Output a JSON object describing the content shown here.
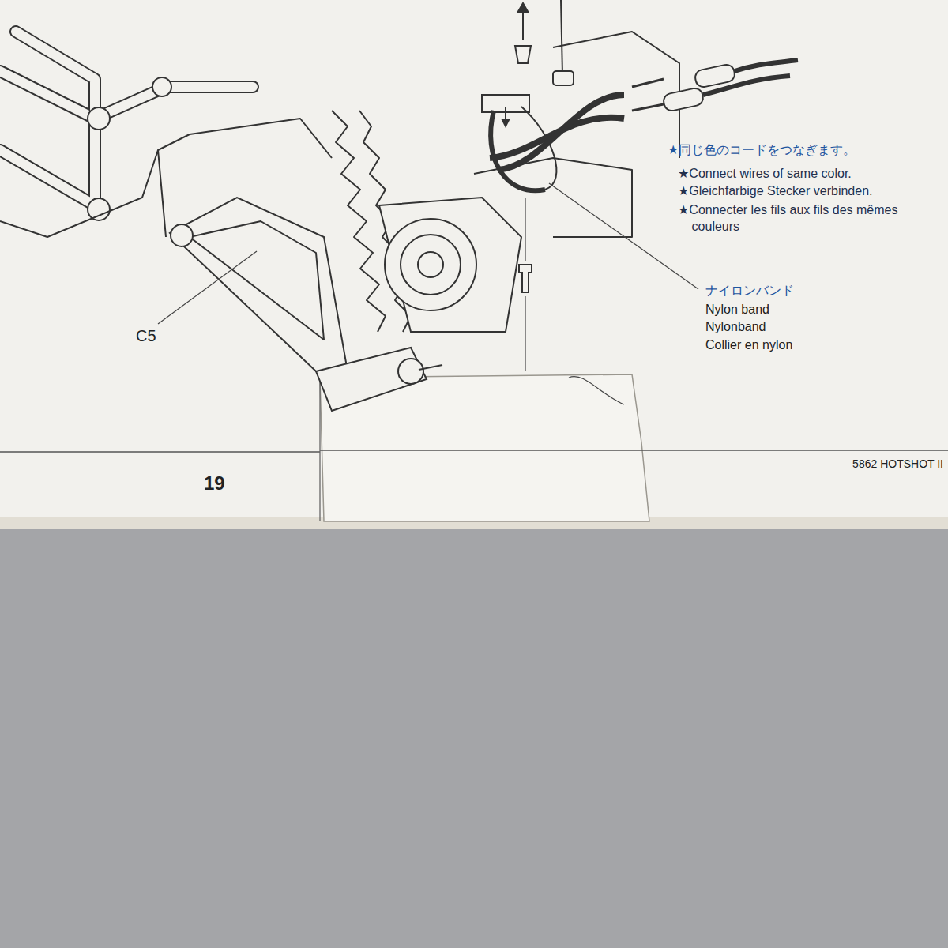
{
  "diagram": {
    "labels": [
      "★同じ色のコードをつなぎます。",
      "★Connect wires of same color.",
      "★Gleichfarbige Stecker verbinden.",
      "★Connecter les fils aux fils des mêmes couleurs",
      "ナイロンバンド",
      "Nylon band",
      "Nylonband",
      "Collier en nylon",
      "C5",
      "19",
      "5862 HOTSHOT II"
    ]
  }
}
